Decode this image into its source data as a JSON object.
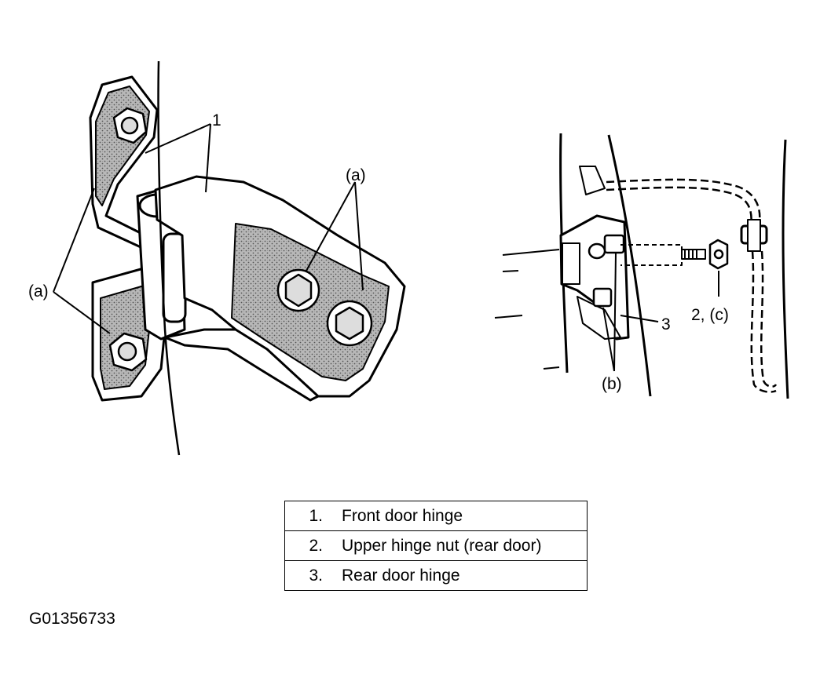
{
  "callouts": {
    "front_hinge_number": "1",
    "front_hinge_bolts_upper": "(a)",
    "front_hinge_bolts_left": "(a)",
    "rear_hinge_nut": "2, (c)",
    "rear_hinge_number": "3",
    "rear_hinge_bolts": "(b)"
  },
  "legend": [
    {
      "num": "1.",
      "text": "Front door hinge"
    },
    {
      "num": "2.",
      "text": "Upper hinge nut (rear door)"
    },
    {
      "num": "3.",
      "text": "Rear door hinge"
    }
  ],
  "figure_id": "G01356733"
}
